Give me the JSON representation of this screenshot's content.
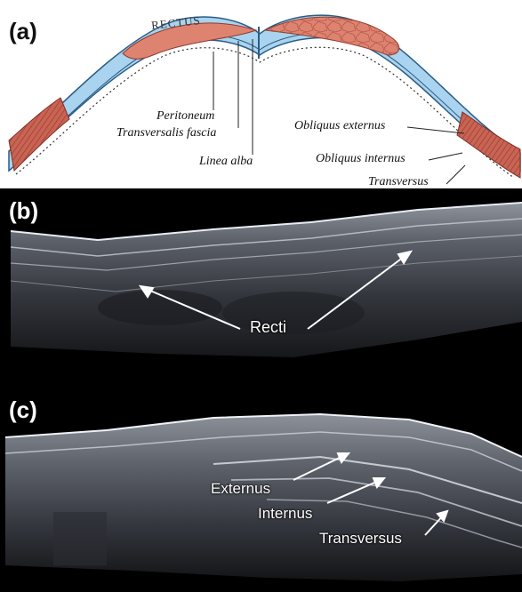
{
  "panels": {
    "a": {
      "tag": "(a)",
      "muscle_label": "RECTUS",
      "labels": {
        "peritoneum": "Peritoneum",
        "transversalis_fascia": "Transversalis fascia",
        "linea_alba": "Linea alba",
        "obliquus_externus": "Obliquus externus",
        "obliquus_internus": "Obliquus internus",
        "transversus": "Transversus"
      }
    },
    "b": {
      "tag": "(b)",
      "labels": {
        "recti": "Recti"
      }
    },
    "c": {
      "tag": "(c)",
      "labels": {
        "externus": "Externus",
        "internus": "Internus",
        "transversus": "Transversus"
      }
    }
  },
  "colors": {
    "fascia_blue": "#a9d3ee",
    "fascia_outline": "#2a5d85",
    "muscle": "#dd8370",
    "muscle_dark": "#b44c3e",
    "ultrasound_bg": "#000000",
    "ultrasound_tissue": "#3a3d45"
  }
}
